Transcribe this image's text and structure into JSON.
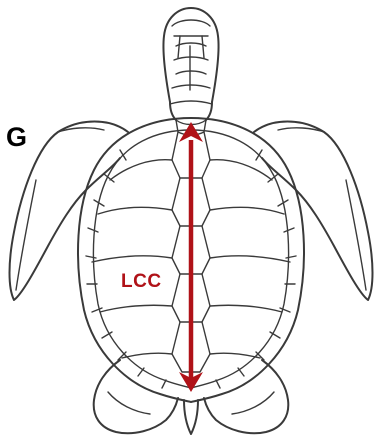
{
  "panel_label": "G",
  "measurement": {
    "label": "LCC"
  },
  "colors": {
    "outline": "#3a3a3a",
    "measurement": "#b01218",
    "background": "#ffffff"
  },
  "icons": {
    "turtle": "sea-turtle-dorsal-view-drawing",
    "arrow": "double-headed-arrow"
  }
}
